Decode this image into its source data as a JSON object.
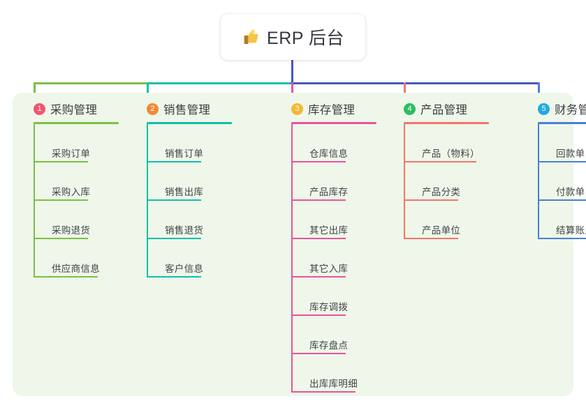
{
  "root": {
    "icon": "thumbs-up-icon",
    "title": "ERP 后台"
  },
  "colors": {
    "panel_bg": "#eef7e9",
    "root_line": "#4557c4",
    "col1": "#7ac143",
    "col2": "#0fbfad",
    "col3": "#e8549c",
    "col4": "#f4756b",
    "col5": "#4a7fd4",
    "badge1": "#f2546d",
    "badge2": "#f08a37",
    "badge3": "#f7b733",
    "badge4": "#2fbd62",
    "badge5": "#21a9e1",
    "bar_left": "#7ac143",
    "bar_mid": "#0fbfad",
    "bar_right": "#4557c4"
  },
  "columns": [
    {
      "index": "1",
      "title": "采购管理",
      "badge_color": "#f2546d",
      "line_color": "#7ac143",
      "rule_width": 122,
      "items": [
        {
          "label": "采购订单",
          "rule_width": 78
        },
        {
          "label": "采购入库",
          "rule_width": 78
        },
        {
          "label": "采购退货",
          "rule_width": 78
        },
        {
          "label": "供应商信息",
          "rule_width": 92
        }
      ]
    },
    {
      "index": "2",
      "title": "销售管理",
      "badge_color": "#f08a37",
      "line_color": "#0fbfad",
      "rule_width": 122,
      "items": [
        {
          "label": "销售订单",
          "rule_width": 78
        },
        {
          "label": "销售出库",
          "rule_width": 78
        },
        {
          "label": "销售退货",
          "rule_width": 78
        },
        {
          "label": "客户信息",
          "rule_width": 78
        }
      ]
    },
    {
      "index": "3",
      "title": "库存管理",
      "badge_color": "#f7b733",
      "line_color": "#e8549c",
      "rule_width": 122,
      "items": [
        {
          "label": "仓库信息",
          "rule_width": 78
        },
        {
          "label": "产品库存",
          "rule_width": 78
        },
        {
          "label": "其它出库",
          "rule_width": 78
        },
        {
          "label": "其它入库",
          "rule_width": 78
        },
        {
          "label": "库存调拨",
          "rule_width": 78
        },
        {
          "label": "库存盘点",
          "rule_width": 78
        },
        {
          "label": "出库库明细",
          "rule_width": 92
        }
      ]
    },
    {
      "index": "4",
      "title": "产品管理",
      "badge_color": "#2fbd62",
      "line_color": "#f4756b",
      "rule_width": 122,
      "items": [
        {
          "label": "产品（物料）",
          "rule_width": 104
        },
        {
          "label": "产品分类",
          "rule_width": 78
        },
        {
          "label": "产品单位",
          "rule_width": 78
        }
      ]
    },
    {
      "index": "5",
      "title": "财务管理",
      "badge_color": "#21a9e1",
      "line_color": "#4a7fd4",
      "rule_width": 122,
      "items": [
        {
          "label": "回款单",
          "rule_width": 72
        },
        {
          "label": "付款单",
          "rule_width": 72
        },
        {
          "label": "结算账户",
          "rule_width": 78
        }
      ]
    }
  ]
}
